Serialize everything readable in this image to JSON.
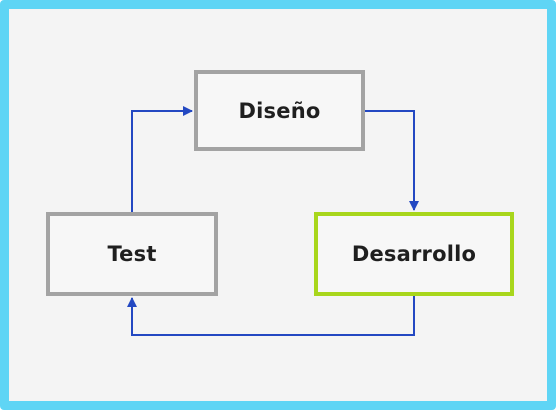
{
  "diagram": {
    "colors": {
      "frame_border": "#5fd5f5",
      "background": "#f4f4f4",
      "node_border": "#a3a3a3",
      "node_highlight_border": "#a8d61c",
      "arrow": "#2348c2"
    },
    "nodes": {
      "design": {
        "label": "Diseño",
        "highlighted": false
      },
      "development": {
        "label": "Desarrollo",
        "highlighted": true
      },
      "test": {
        "label": "Test",
        "highlighted": false
      }
    },
    "edges": [
      {
        "from": "design",
        "to": "development"
      },
      {
        "from": "development",
        "to": "test"
      },
      {
        "from": "test",
        "to": "design"
      }
    ]
  }
}
